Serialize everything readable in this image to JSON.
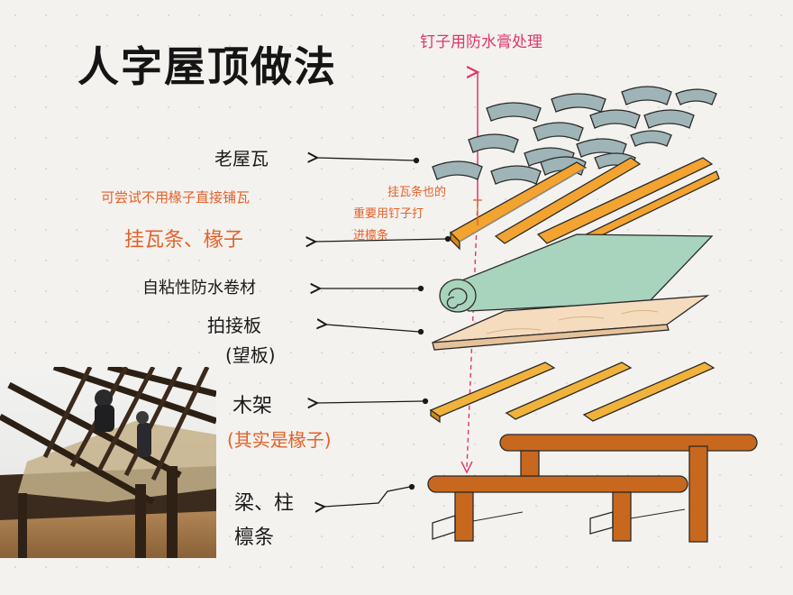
{
  "title": "人字屋顶做法",
  "top_note": "钉子用防水膏处理",
  "labels": {
    "old_tile": "老屋瓦",
    "orange_tip": "可尝试不用椽子直接铺瓦",
    "batten_rafter": "挂瓦条、椽子",
    "nail_note": [
      "挂瓦条也的",
      "重要用钉子打",
      "进檩条"
    ],
    "membrane": "自粘性防水卷材",
    "board": "拍接板",
    "board_alt": "(望板)",
    "frame": "木架",
    "frame_alt": "(其实是椽子)",
    "beam": "梁、柱",
    "purlin": "檩条"
  },
  "colors": {
    "tile": "#9fb4b6",
    "batten": "#f2a330",
    "membrane": "#a8d3bc",
    "board": "#f5dcbf",
    "frame": "#f0b23a",
    "beam": "#c8681e",
    "accent_pink": "#e0346e",
    "accent_orange": "#e5602a"
  }
}
